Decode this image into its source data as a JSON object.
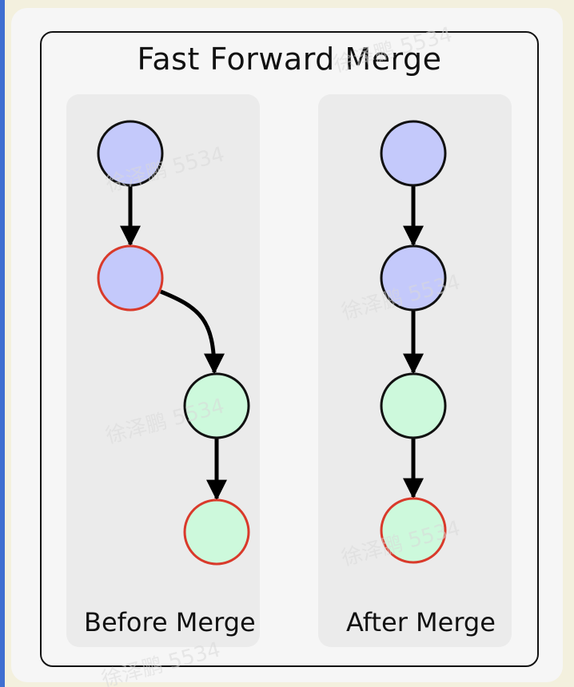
{
  "title": "Fast Forward Merge",
  "panels": {
    "before": {
      "label": "Before Merge"
    },
    "after": {
      "label": "After Merge"
    }
  },
  "watermark": "徐泽鹏 5534",
  "colors": {
    "main_fill": "#c4c9fb",
    "branch_fill": "#cdf9dc",
    "highlight_stroke": "#d93a2b",
    "normal_stroke": "#111111",
    "edge": "#000000"
  },
  "before_commits": [
    {
      "branch": "main",
      "highlight": false
    },
    {
      "branch": "main",
      "highlight": true
    },
    {
      "branch": "feature",
      "highlight": false
    },
    {
      "branch": "feature",
      "highlight": true
    }
  ],
  "after_commits": [
    {
      "branch": "main",
      "highlight": false
    },
    {
      "branch": "main",
      "highlight": false
    },
    {
      "branch": "feature",
      "highlight": false
    },
    {
      "branch": "feature",
      "highlight": true
    }
  ]
}
